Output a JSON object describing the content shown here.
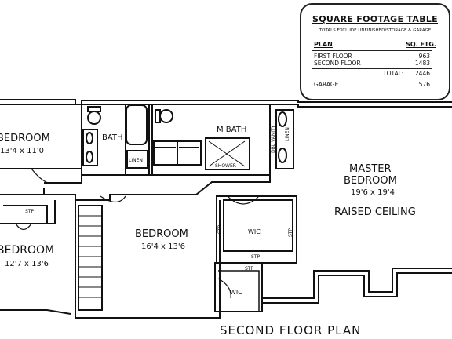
{
  "table": {
    "title": "SQUARE FOOTAGE TABLE",
    "note": "TOTALS EXCLUDE UNFINISHED/STORAGE & GARAGE",
    "col_plan": "PLAN",
    "col_sqft": "SQ. FTG.",
    "rows": [
      {
        "label": "FIRST FLOOR",
        "value": "963"
      },
      {
        "label": "SECOND FLOOR",
        "value": "1483"
      }
    ],
    "total_label": "TOTAL:",
    "total_value": "2446",
    "garage_label": "GARAGE",
    "garage_value": "576"
  },
  "rooms": {
    "bedroom_left_top": {
      "name": "BEDROOM",
      "dims": "13'4 x 11'0"
    },
    "bath": "BATH",
    "linen": "LINEN",
    "m_bath": "M BATH",
    "shower": "SHOWER",
    "dbl_vanity": "DBL VANITY",
    "linen_vert": "LINEN",
    "master": {
      "line1": "MASTER",
      "line2": "BEDROOM",
      "dims": "19'6 x 19'4",
      "ceiling": "RAISED CEILING"
    },
    "stp_left": "STP",
    "bedroom_left_bottom": {
      "name": "BEDROOM",
      "dims": "12'7 x 13'6"
    },
    "bedroom_center": {
      "name": "BEDROOM",
      "dims": "16'4 x 13'6"
    },
    "wic_master": "WIC",
    "stp_a": "STP",
    "stp_b": "STP",
    "stp_c": "STP",
    "stp_d": "STP",
    "wic_small": "WIC"
  },
  "plan_title": "SECOND FLOOR PLAN"
}
